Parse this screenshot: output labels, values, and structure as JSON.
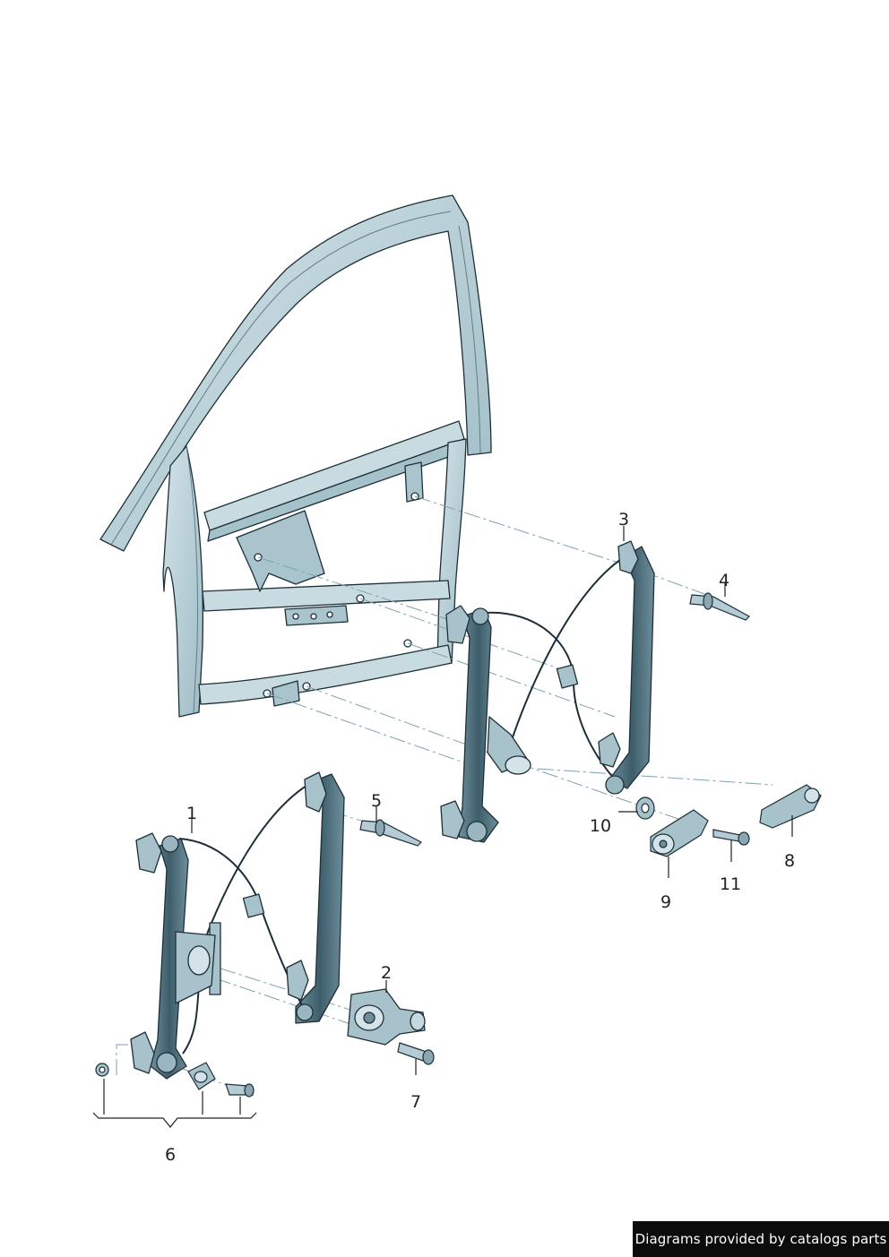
{
  "diagram": {
    "callouts": [
      {
        "id": "1",
        "label": "1"
      },
      {
        "id": "2",
        "label": "2"
      },
      {
        "id": "3",
        "label": "3"
      },
      {
        "id": "4",
        "label": "4"
      },
      {
        "id": "5",
        "label": "5"
      },
      {
        "id": "6",
        "label": "6"
      },
      {
        "id": "7",
        "label": "7"
      },
      {
        "id": "8",
        "label": "8"
      },
      {
        "id": "9",
        "label": "9"
      },
      {
        "id": "10",
        "label": "10"
      },
      {
        "id": "11",
        "label": "11"
      }
    ],
    "colors": {
      "part_fill": "#bcd3db",
      "part_dark": "#3b5a68",
      "outline": "#1d2f38",
      "guide_line": "#7fa2ae"
    }
  },
  "footer": {
    "credit": "Diagrams provided by catalogs parts"
  }
}
